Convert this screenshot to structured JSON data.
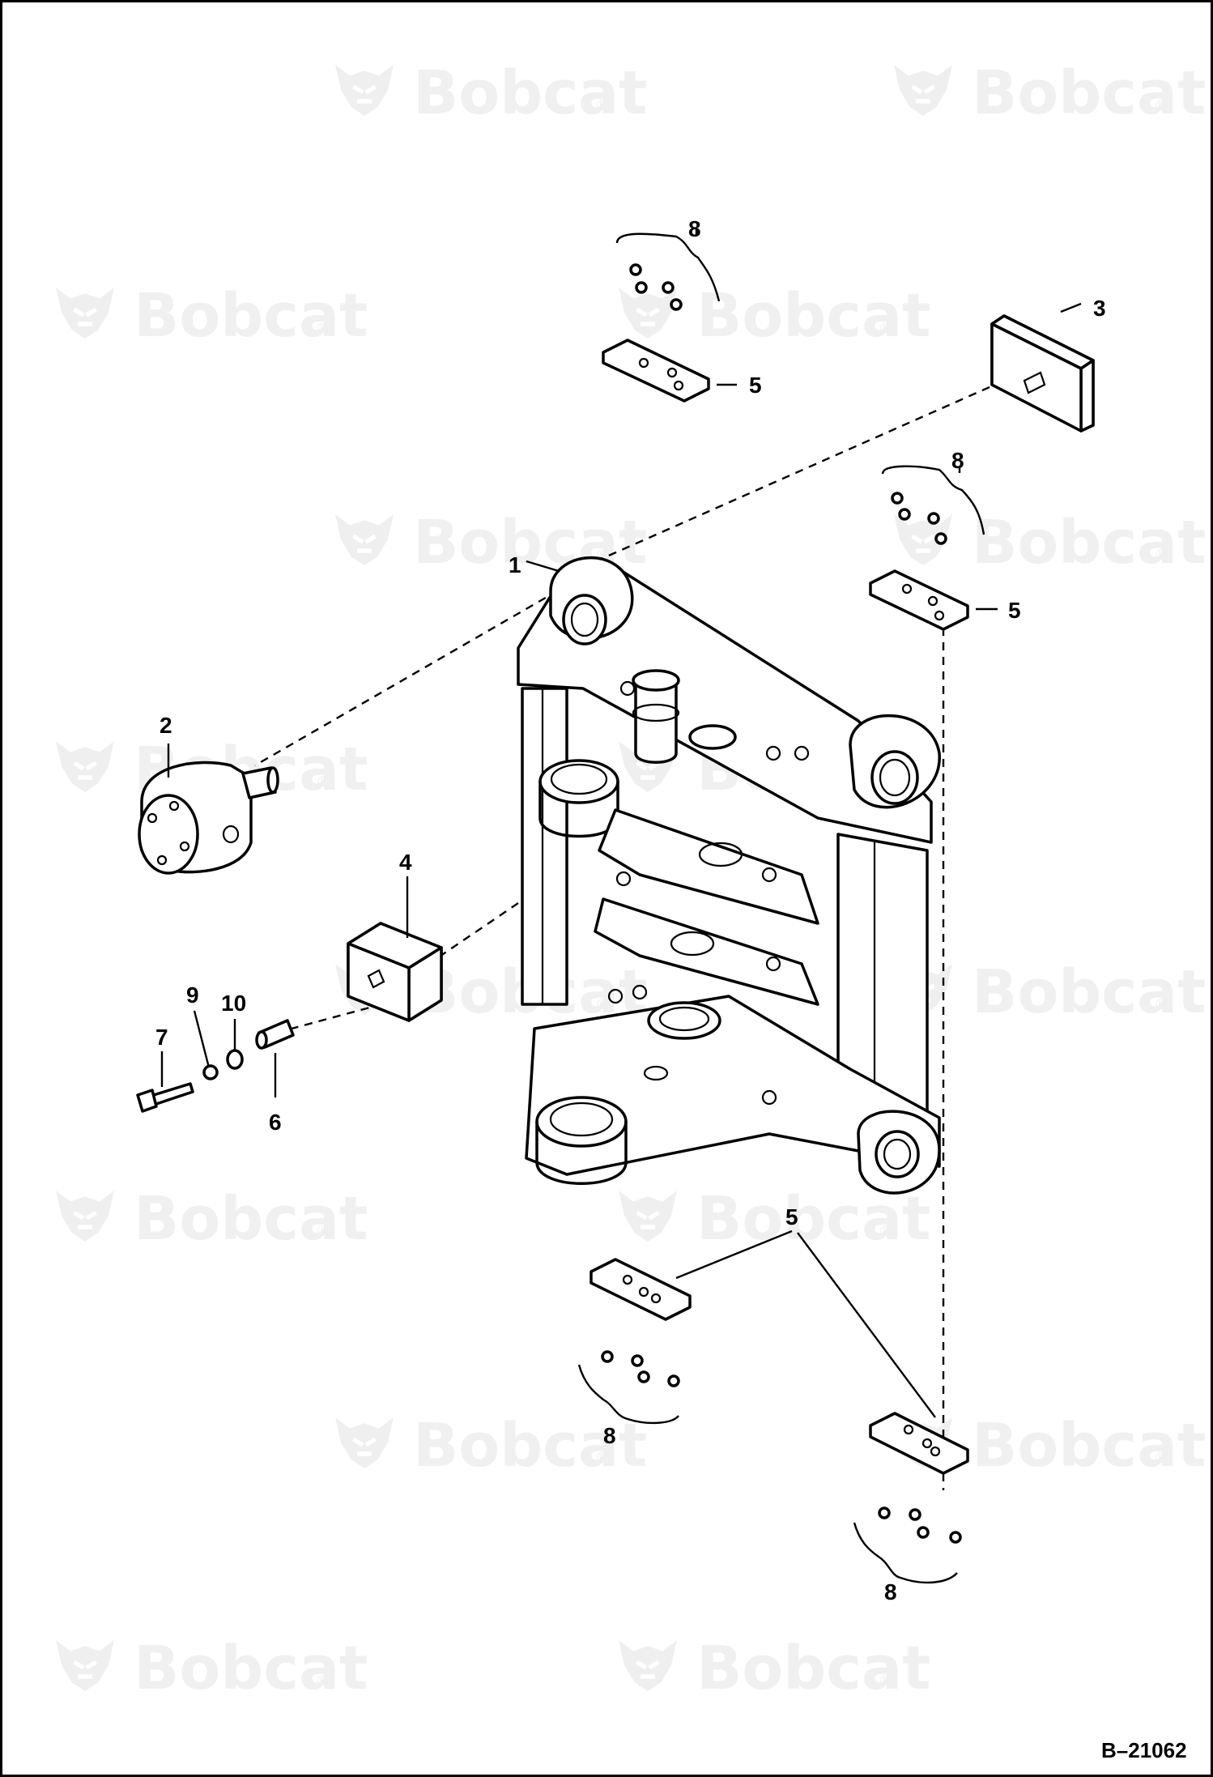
{
  "watermark": {
    "brand": "Bobcat",
    "registered": "®"
  },
  "figure_id": "B–21062",
  "callouts": {
    "c1": "1",
    "c2": "2",
    "c3": "3",
    "c4": "4",
    "c5a": "5",
    "c5b": "5",
    "c5c": "5",
    "c6": "6",
    "c7": "7",
    "c8a": "8",
    "c8b": "8",
    "c8c": "8",
    "c8d": "8",
    "c9": "9",
    "c10": "10"
  }
}
